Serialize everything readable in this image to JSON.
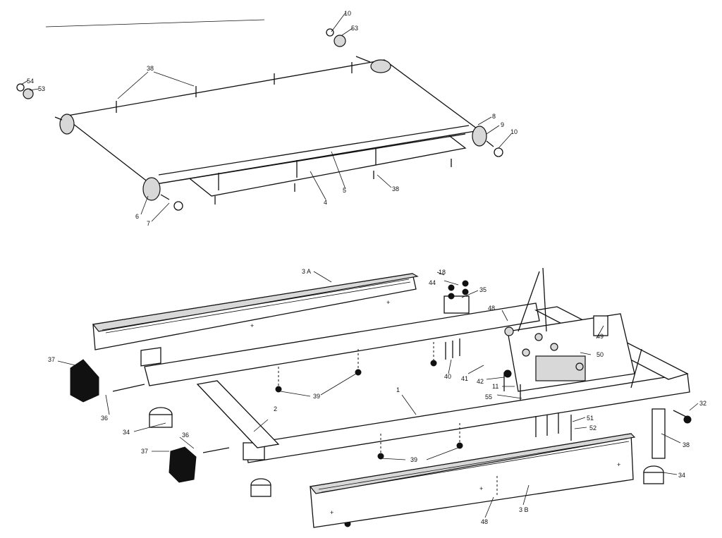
{
  "title": "",
  "callouts": {
    "c10a": "10",
    "c53a": "53",
    "c54": "54",
    "c53b": "53",
    "c38a": "38",
    "c8": "8",
    "c9": "9",
    "c10b": "10",
    "c5": "5",
    "c38b": "38",
    "c4": "4",
    "c6": "6",
    "c7": "7",
    "c3a": "3 A",
    "c18": "18",
    "c44": "44",
    "c35": "35",
    "c48a": "48",
    "c49": "49",
    "c50": "50",
    "c40": "40",
    "c41": "41",
    "c42": "42",
    "c11": "11",
    "c55": "55",
    "c37a": "37",
    "c39a": "39",
    "c1": "1",
    "c2": "2",
    "c36a": "36",
    "c34a": "34",
    "c36b": "36",
    "c37b": "37",
    "c39b": "39",
    "c32": "32",
    "c51": "51",
    "c52": "52",
    "c38c": "38",
    "c34b": "34",
    "c3b": "3 B",
    "c48b": "48"
  }
}
